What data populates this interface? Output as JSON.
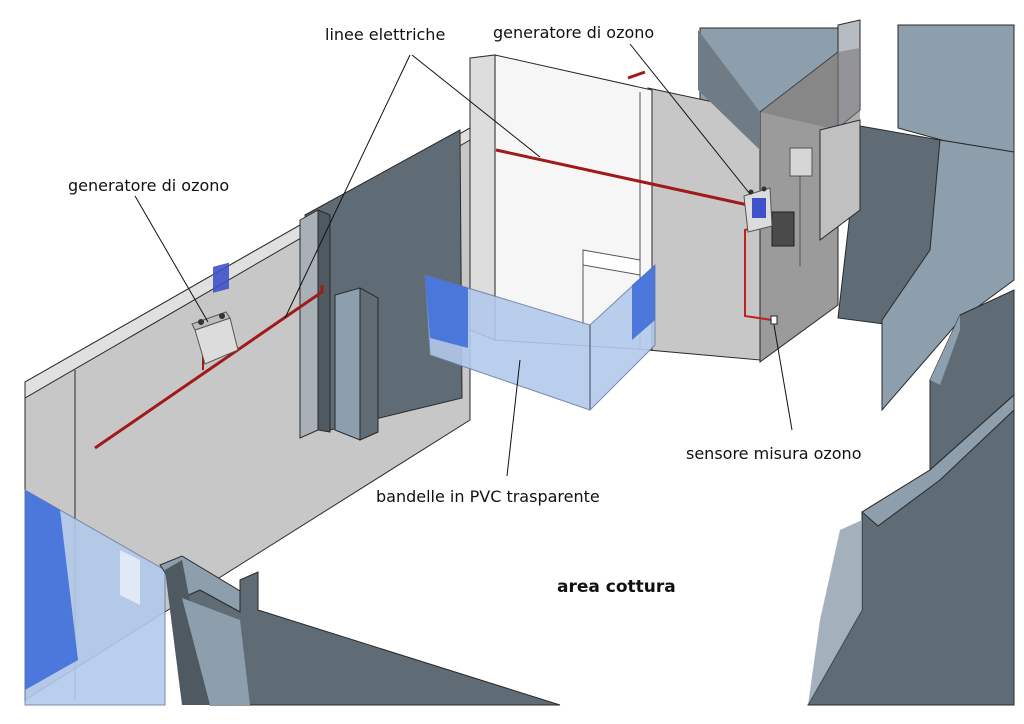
{
  "labels": {
    "power_lines": "linee elettriche",
    "ozone_generator_top": "generatore di ozono",
    "ozone_generator_left": "generatore di ozono",
    "ozone_sensor": "sensore misura ozono",
    "pvc_strips": "bandelle in PVC trasparente",
    "cooking_area": "area cottura"
  },
  "colors": {
    "background": "#ffffff",
    "wall_light": "#c7c7c7",
    "wall_dark": "#5f6b75",
    "wall_blue_grey": "#8d9eac",
    "pvc_light": "#b3c9ec",
    "pvc_dark": "#3f6fd8",
    "power_line": "#a01a1a",
    "device_body": "#dcdcdc",
    "device_screen": "#3f52c8"
  },
  "icons": {
    "generator": "ozone-generator-icon",
    "sensor": "ozone-sensor-icon"
  }
}
